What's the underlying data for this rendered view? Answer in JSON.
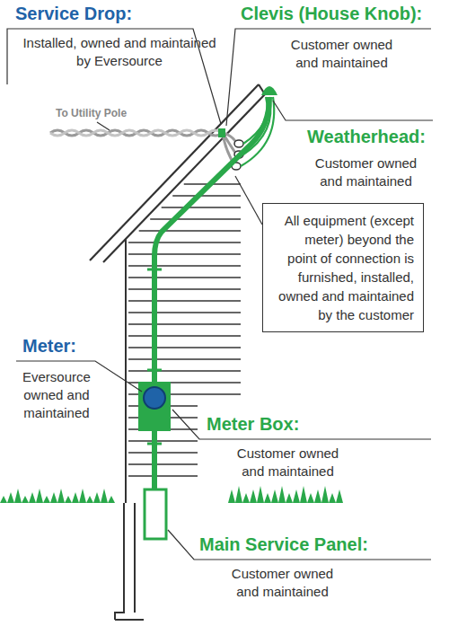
{
  "diagram": {
    "nodes": [
      {
        "text": [
          "All equipment (except meter) beyond the point of connection is furnished, installed, owned and maintained by the customer"
        ]
      }
    ],
    "labels": [
      "Service Drop:",
      "Installed, owned and maintained by Eversource",
      "To Utility Pole",
      "Clevis (House Knob):",
      "Customer owned and maintained",
      "Weatherhead:",
      "Customer owned and maintained",
      "Meter:",
      "Eversource owned and maintained",
      "Meter Box:",
      "Customer owned and maintained",
      "Main Service Panel:",
      "Customer owned and maintained"
    ]
  }
}
